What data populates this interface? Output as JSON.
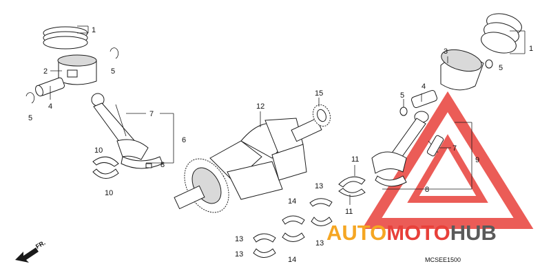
{
  "diagram": {
    "code": "MCSEE1500",
    "front_indicator": "FR.",
    "line_color": "#1a1a1a"
  },
  "callouts": {
    "c1_left": "1",
    "c2": "2",
    "c5_top": "5",
    "c4_left": "4",
    "c5_left": "5",
    "c7_left": "7",
    "c6": "6",
    "c8_left": "8",
    "c10_top": "10",
    "c10_bottom": "10",
    "c12": "12",
    "c15": "15",
    "c1_right": "1",
    "c3": "3",
    "c5_right": "5",
    "c5_mid": "5",
    "c4_right": "4",
    "c7_right": "7",
    "c9": "9",
    "c8_right": "8",
    "c11_top": "11",
    "c11_bottom": "11",
    "c13_a": "13",
    "c13_b": "13",
    "c13_c": "13",
    "c13_d": "13",
    "c14_a": "14",
    "c14_b": "14"
  },
  "watermark": {
    "part1": "AUTO",
    "part2": "MOTO",
    "part3": "HUB",
    "color_orange": "#f5a623",
    "color_red": "#e8403a",
    "color_gray": "#5a5a5a",
    "shape": "red-triangle-logo"
  }
}
